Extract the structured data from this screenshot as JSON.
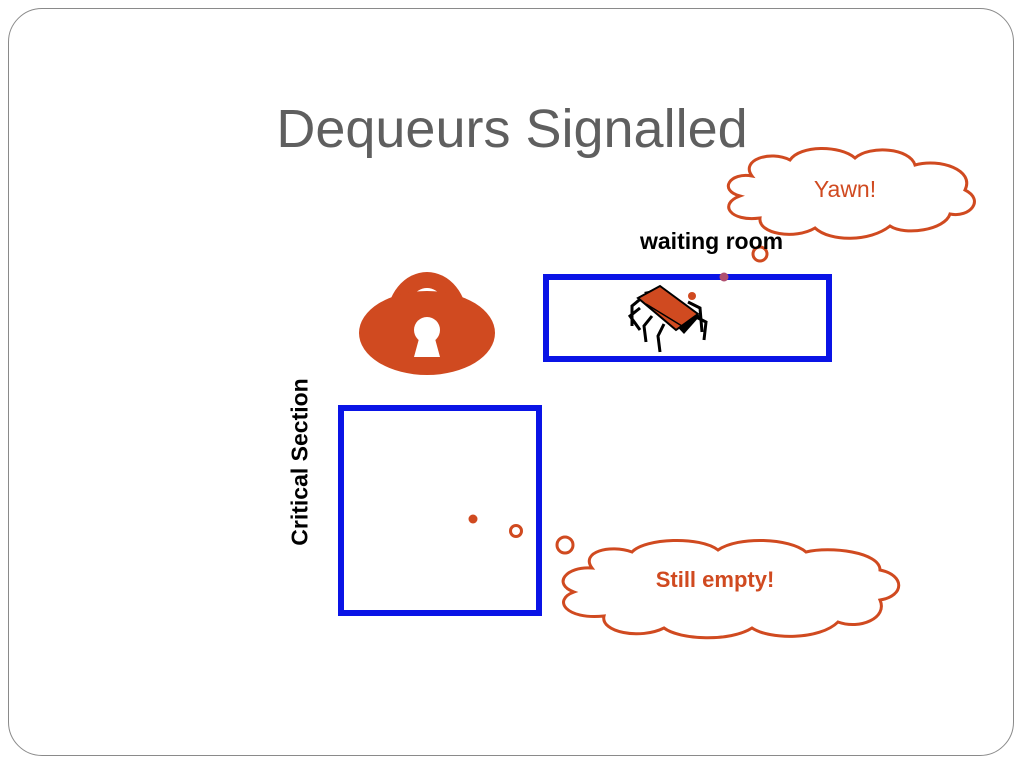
{
  "slide": {
    "title": "Dequeurs Signalled",
    "waiting_room_label": "waiting room",
    "critical_section_label": "Critical Section",
    "thought_yawn": "Yawn!",
    "thought_empty": "Still empty!"
  },
  "colors": {
    "box_border": "#0a14e6",
    "accent": "#d04a20",
    "title_text": "#5f5f5f"
  },
  "icons": [
    "lock-icon",
    "bug-icon",
    "thought-cloud-icon"
  ]
}
